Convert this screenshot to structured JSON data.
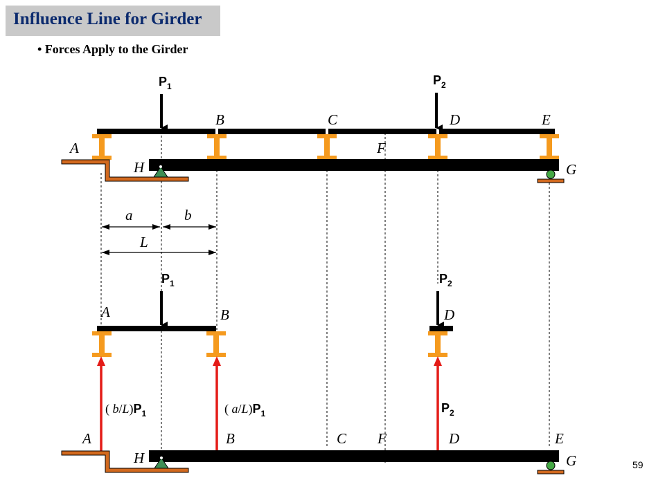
{
  "slide": {
    "title": "Influence Line for Girder",
    "bullet": "Forces Apply to the Girder",
    "page_number": "59"
  },
  "loads": {
    "p1_main": "P",
    "p1_sub": "1",
    "p2_main": "P",
    "p2_sub": "2"
  },
  "labels": {
    "A": "A",
    "B": "B",
    "C": "C",
    "D": "D",
    "E": "E",
    "F": "F",
    "G": "G",
    "H": "H",
    "a": "a",
    "b": "b",
    "L": "L"
  },
  "reactions": {
    "left_ratio": "b",
    "right_ratio": "a",
    "denominator": "L"
  },
  "colors": {
    "beam": "#000000",
    "stringer_support": "#f59a1e",
    "reaction_arrow": "#e41b17",
    "pin_support": "#3f8f55",
    "roller": "#45a845",
    "base_plate": "#d2691e",
    "title_band": "#c9c9c9",
    "title_text": "#0b2a6e"
  }
}
